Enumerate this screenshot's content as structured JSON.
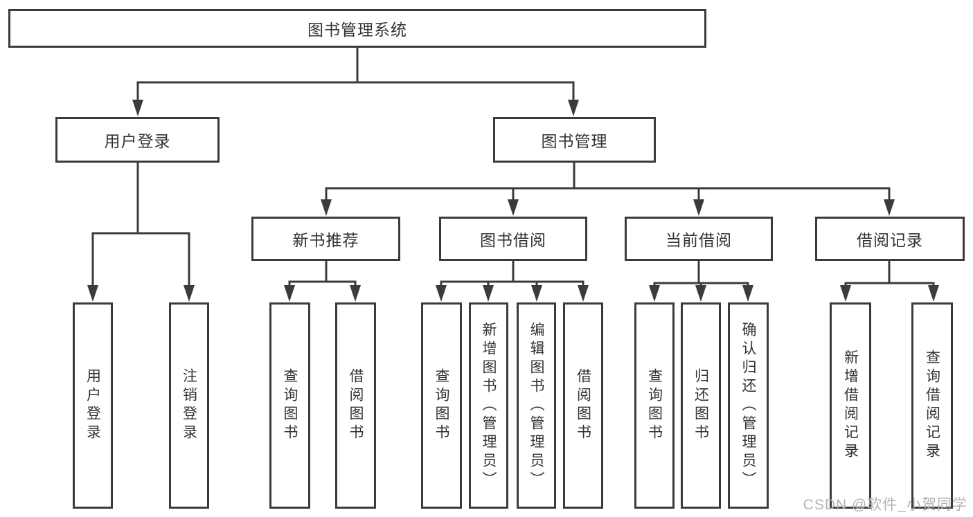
{
  "diagram": {
    "type": "tree-structure-diagram",
    "colors": {
      "line": "#3b3b3b",
      "box_border": "#3b3b3b",
      "box_fill": "#ffffff",
      "text": "#333333",
      "background": "#ffffff",
      "watermark": "#b3b3b3"
    },
    "tree": {
      "label": "图书管理系统",
      "children": [
        {
          "label": "用户登录",
          "children": [
            {
              "label": "用户登录"
            },
            {
              "label": "注销登录"
            }
          ]
        },
        {
          "label": "图书管理",
          "children": [
            {
              "label": "新书推荐",
              "children": [
                {
                  "label": "查询图书"
                },
                {
                  "label": "借阅图书"
                }
              ]
            },
            {
              "label": "图书借阅",
              "children": [
                {
                  "label": "查询图书"
                },
                {
                  "label": "新增图书（管理员）"
                },
                {
                  "label": "编辑图书（管理员）"
                },
                {
                  "label": "借阅图书"
                }
              ]
            },
            {
              "label": "当前借阅",
              "children": [
                {
                  "label": "查询图书"
                },
                {
                  "label": "归还图书"
                },
                {
                  "label": "确认归还（管理员）"
                }
              ]
            },
            {
              "label": "借阅记录",
              "children": [
                {
                  "label": "新增借阅记录"
                },
                {
                  "label": "查询借阅记录"
                }
              ]
            }
          ]
        }
      ]
    },
    "watermark": {
      "text": "CSDN @软件_小贺同学"
    }
  }
}
